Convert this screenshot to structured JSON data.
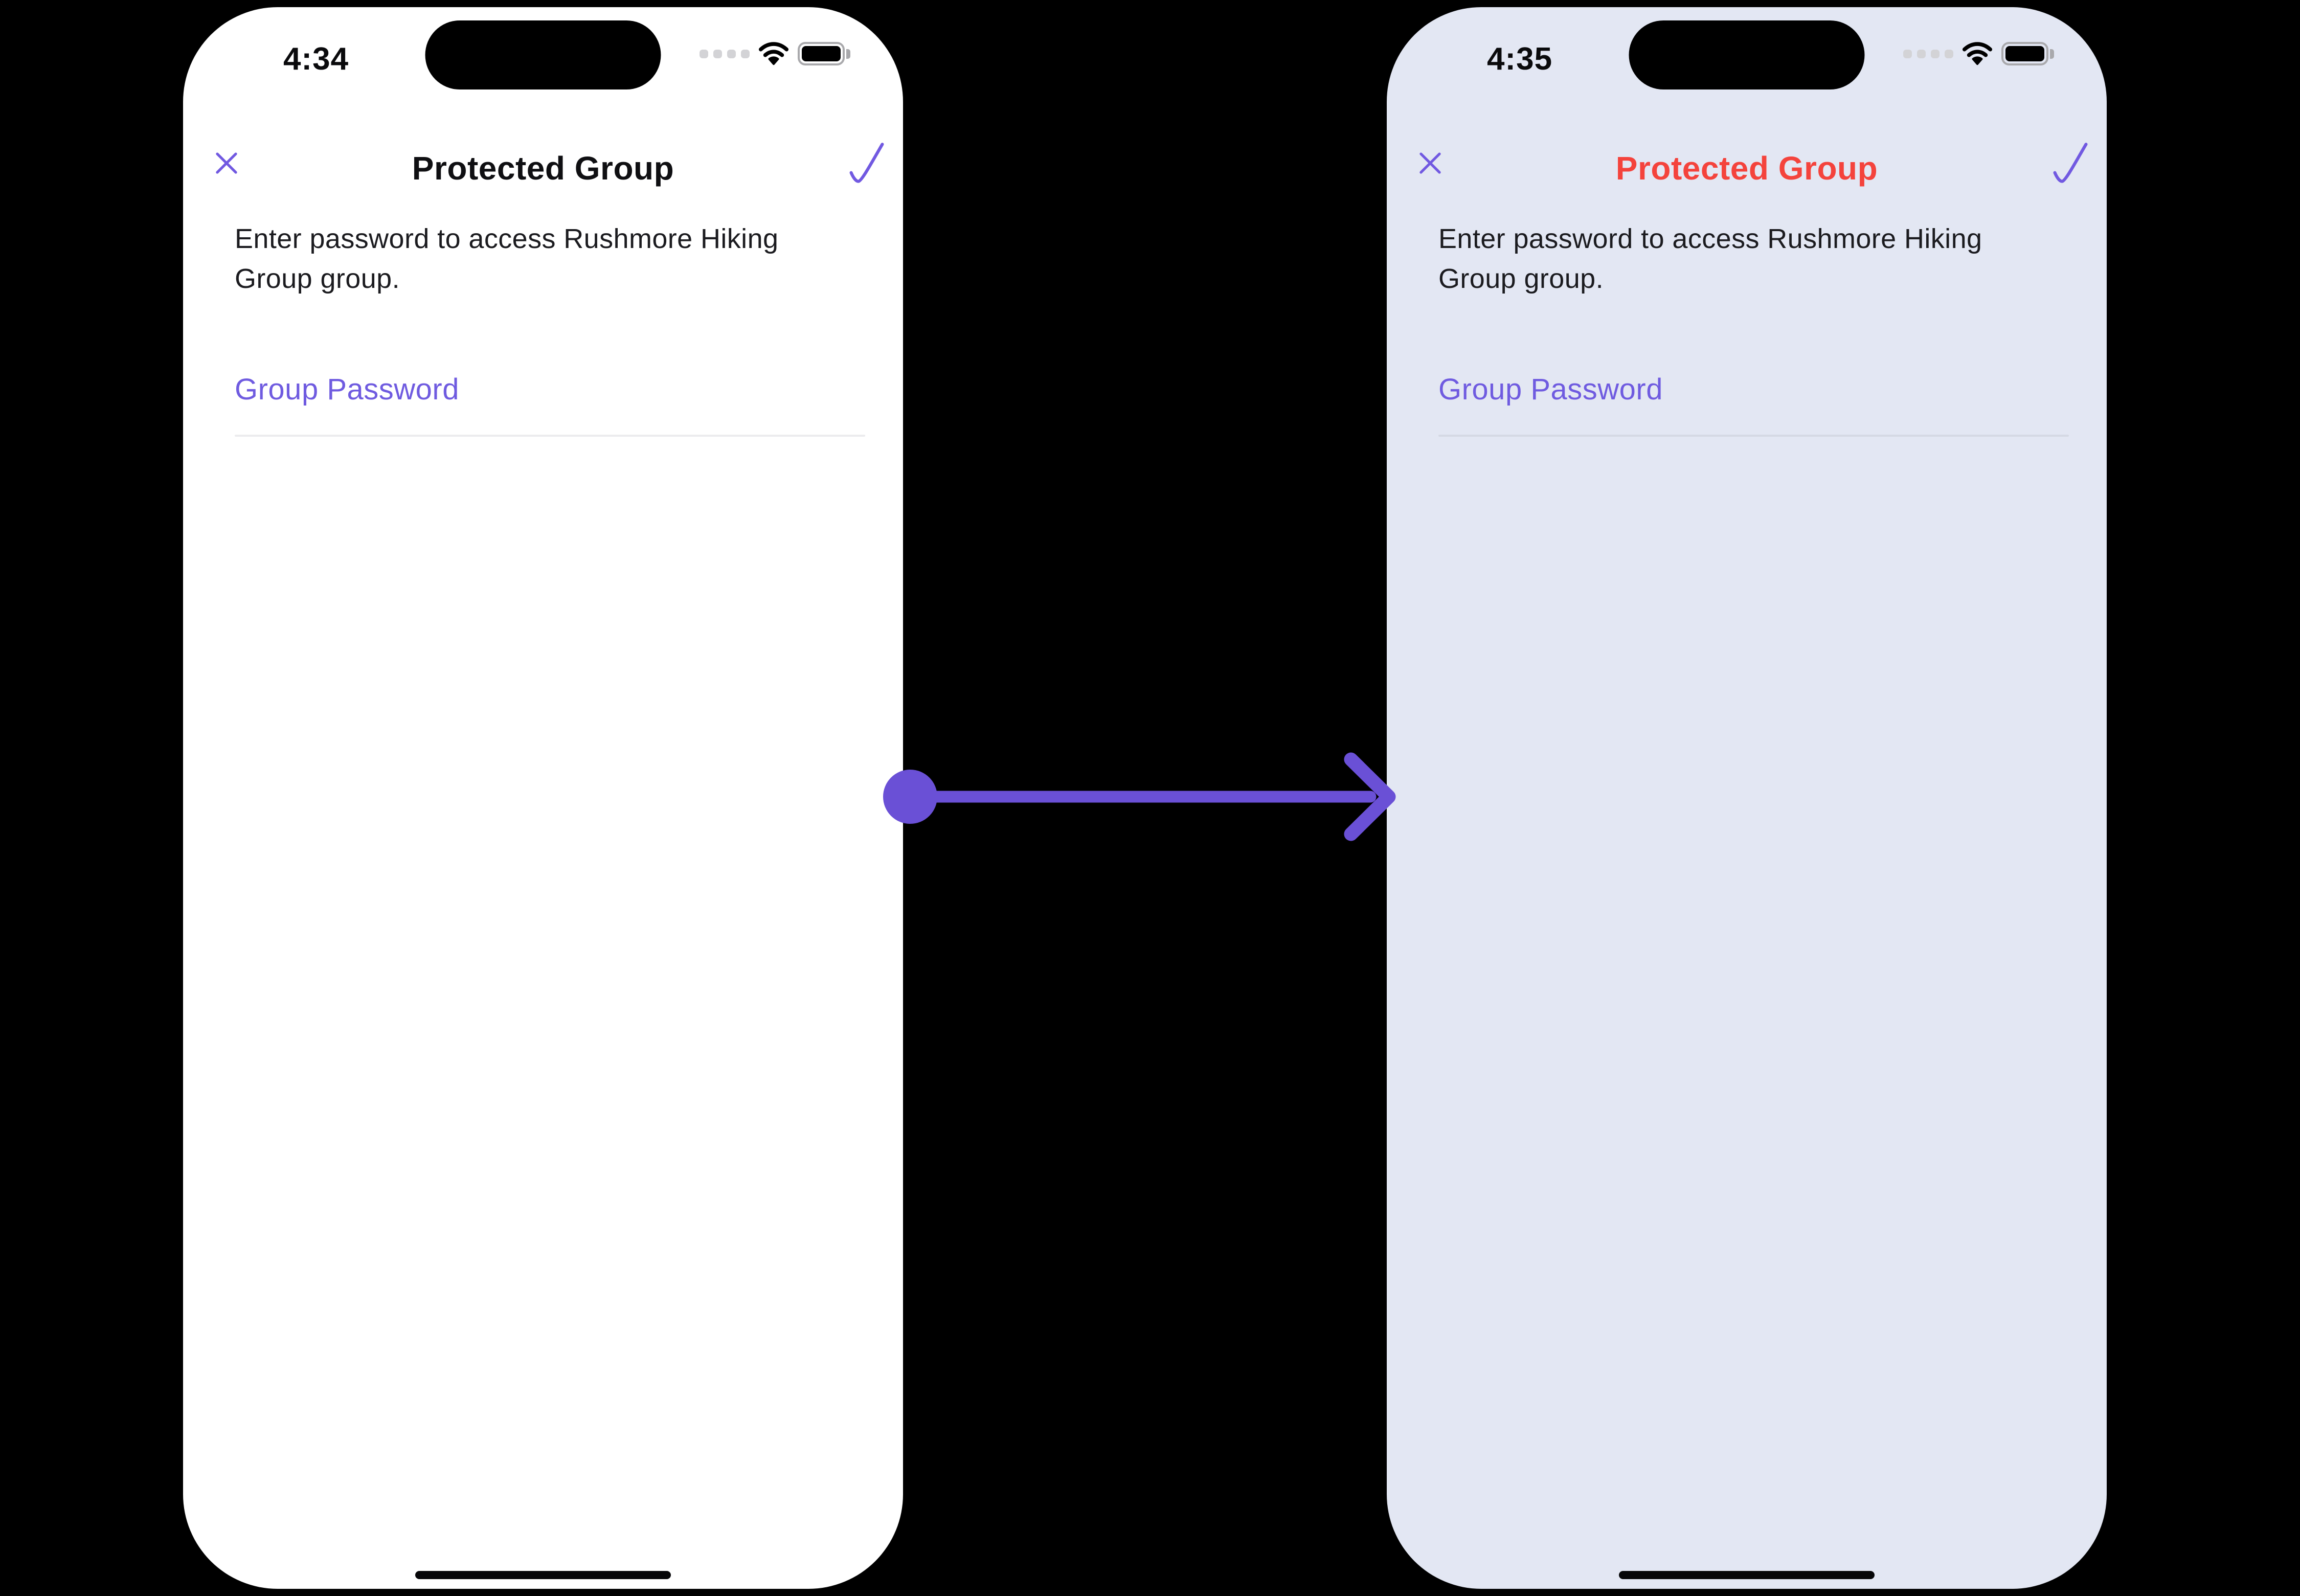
{
  "colors": {
    "accent_purple": "#6f5be0",
    "arrow_purple": "#6a50d6",
    "alert_red": "#f4433c",
    "screen_before_bg": "#ffffff",
    "screen_after_bg": "#e3e7f3"
  },
  "icons": {
    "close": "x-cross",
    "confirm": "checkmark",
    "cellular": "four-dots",
    "wifi": "wifi-arcs",
    "battery": "battery-full",
    "arrow": "dot-line-chevron-right"
  },
  "transition_arrow": {
    "direction": "right"
  },
  "phones": {
    "before": {
      "status_bar": {
        "time": "4:34"
      },
      "header": {
        "title": "Protected Group"
      },
      "description": "Enter password to access Rushmore Hiking Group group.",
      "password_field": {
        "label": "Group Password",
        "value": ""
      }
    },
    "after": {
      "status_bar": {
        "time": "4:35"
      },
      "header": {
        "title": "Protected Group"
      },
      "description": "Enter password to access Rushmore Hiking Group group.",
      "password_field": {
        "label": "Group Password",
        "value": ""
      }
    }
  }
}
